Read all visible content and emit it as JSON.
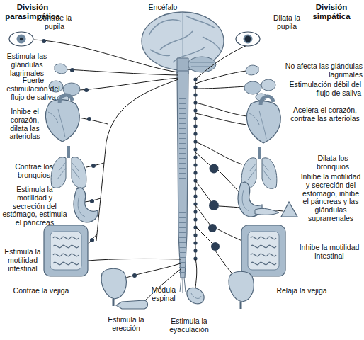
{
  "diagram": {
    "labels": [
      "División parasimpática",
      "Encéfalo",
      "División simpática",
      "Contrae la pupila",
      "Estimula las glándulas lagrimales",
      "Fuerte estimulación del flujo de saliva",
      "Inhibe el corazón, dilata las arteriolas",
      "Contrae los bronquios",
      "Estimula la motilidad y secreción del estómago, estimula el páncreas",
      "Estimula la motilidad intestinal",
      "Contrae la vejiga",
      "Estimula la erección",
      "Médula espinal",
      "Estimula la eyaculación",
      "Dilata la pupila",
      "No afecta las glándulas lagrimales",
      "Estimulación débil del flujo de saliva",
      "Acelera el corazón, contrae las arteriolas",
      "Dilata los bronquios",
      "Inhibe la motilidad y secreción del estómago, inhibe el páncreas y las glándulas suprarrenales",
      "Inhibe la motilidad intestinal",
      "Relaja la vejiga"
    ]
  }
}
